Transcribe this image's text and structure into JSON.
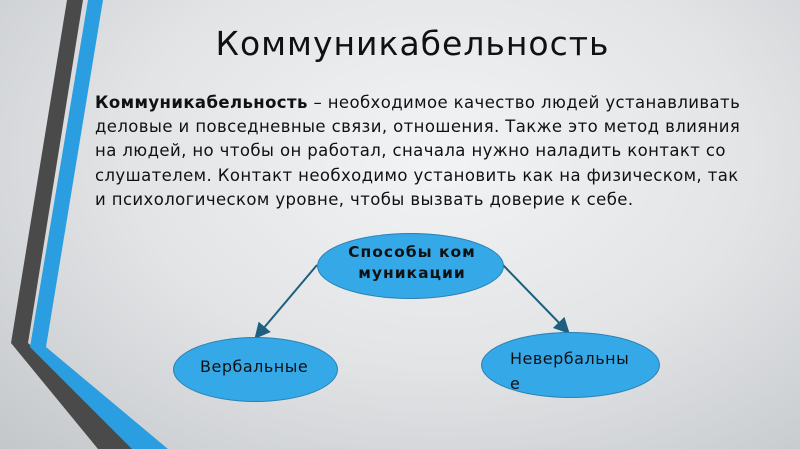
{
  "slide": {
    "title": "Коммуникабельность",
    "body_bold": "Коммуникабельность",
    "body_text": " – необходимое качество людей устанавливать деловые и повседневные связи, отношения. Также это метод влияния на людей, но чтобы он работал, сначала нужно наладить контакт со слушателем. Контакт необходимо установить как на физическом, так и психологическом уровне, чтобы вызвать доверие к себе."
  },
  "diagram": {
    "root": "Способы коммуникации",
    "children": [
      "Вербальные",
      "Невербальные"
    ]
  },
  "colors": {
    "accent_blue": "#35a8e8",
    "dark_band": "#4a4a4a",
    "arrow": "#1e5f80"
  }
}
